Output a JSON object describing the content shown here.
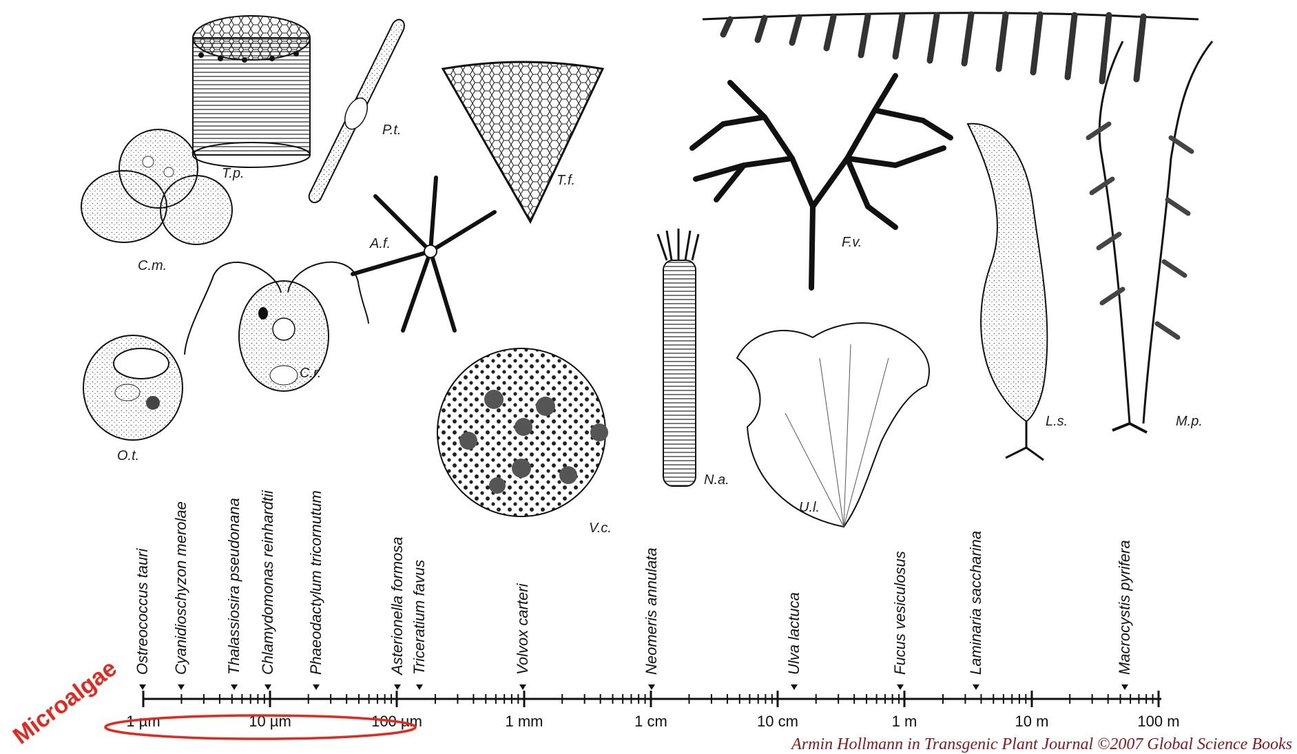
{
  "organisms": [
    {
      "abbr": "T.p."
    },
    {
      "abbr": "P.t."
    },
    {
      "abbr": "T.f."
    },
    {
      "abbr": "C.m."
    },
    {
      "abbr": "A.f."
    },
    {
      "abbr": "C.r."
    },
    {
      "abbr": "O.t."
    },
    {
      "abbr": "V.c."
    },
    {
      "abbr": "N.a."
    },
    {
      "abbr": "F.v."
    },
    {
      "abbr": "U.l."
    },
    {
      "abbr": "L.s."
    },
    {
      "abbr": "M.p."
    }
  ],
  "species": [
    {
      "name": "Ostreococcus tauri"
    },
    {
      "name": "Cyanidioschyzon merolae"
    },
    {
      "name": "Thalassiosira pseudonana"
    },
    {
      "name": "Chlamydomonas reinhardtii"
    },
    {
      "name": "Phaeodactylum tricornutum"
    },
    {
      "name": "Asterionella formosa"
    },
    {
      "name": "Triceratium favus"
    },
    {
      "name": "Volvox carteri"
    },
    {
      "name": "Neomeris annulata"
    },
    {
      "name": "Ulva lactuca"
    },
    {
      "name": "Fucus vesiculosus"
    },
    {
      "name": "Laminaria saccharina"
    },
    {
      "name": "Macrocystis pyrifera"
    }
  ],
  "scale": {
    "type": "log",
    "ticks": [
      "1 µm",
      "10 µm",
      "100 µm",
      "1 mm",
      "1 cm",
      "10 cm",
      "1 m",
      "10 m",
      "100 m"
    ]
  },
  "annotation": {
    "label": "Microalgae",
    "color": "#e8261b"
  },
  "credit": "Armin Hollmann in Transgenic Plant Journal ©2007 Global Science Books",
  "colors": {
    "ink": "#111111",
    "credit": "#8a1620",
    "annotation": "#e8261b"
  }
}
